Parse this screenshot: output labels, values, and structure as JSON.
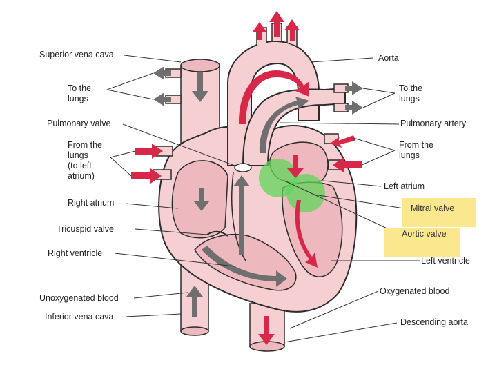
{
  "colors": {
    "tissue": "#f6cfd2",
    "tissue_dark": "#e7a9b0",
    "chamber": "#edb9be",
    "outline": "#2b2b2b",
    "arrow_red": "#d8284a",
    "arrow_gray": "#6f6f6f",
    "highlight_yellow": "#fbe78e",
    "highlight_green": "#5fd65a"
  },
  "labels": {
    "superior_vena_cava": "Superior vena cava",
    "to_lungs_left": "To the\nlungs",
    "pulmonary_valve": "Pulmonary valve",
    "from_lungs_left": "From the\nlungs\n(to left\natrium)",
    "right_atrium": "Right atrium",
    "tricuspid_valve": "Tricuspid valve",
    "right_ventricle": "Right ventricle",
    "unoxygenated_blood": "Unoxygenated blood",
    "inferior_vena_cava": "Inferior vena cava",
    "aorta": "Aorta",
    "to_lungs_right": "To the\nlungs",
    "pulmonary_artery": "Pulmonary artery",
    "from_lungs_right": "From the\nlungs",
    "left_atrium": "Left atrium",
    "mitral_valve": "Mitral valve",
    "aortic_valve": "Aortic valve",
    "left_ventricle": "Left ventricle",
    "oxygenated_blood": "Oxygenated blood",
    "descending_aorta": "Descending aorta"
  }
}
